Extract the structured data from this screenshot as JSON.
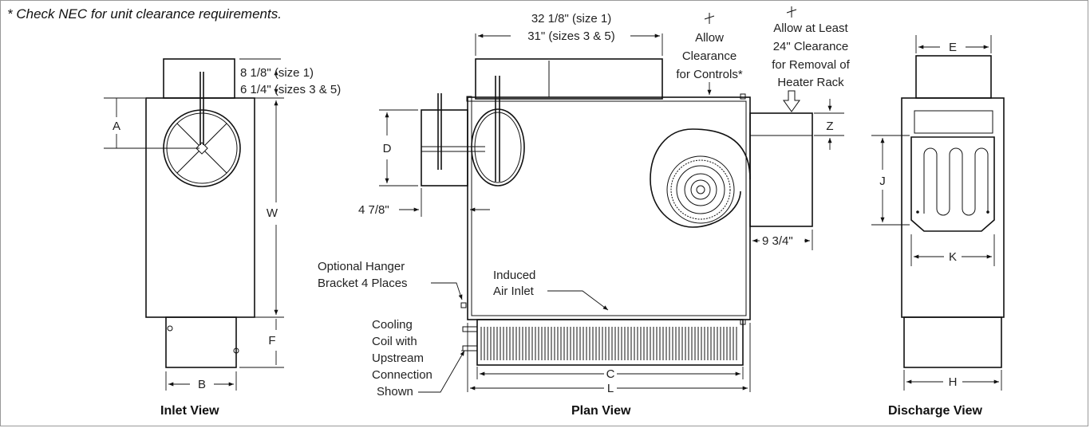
{
  "note": "* Check NEC for unit clearance requirements.",
  "views": {
    "inlet": {
      "caption": "Inlet View",
      "labels": {
        "a": "A",
        "b": "B",
        "w": "W",
        "f": "F",
        "top_size1": "8 1/8\" (size 1)",
        "top_size35": "6 1/4\" (sizes 3 & 5)"
      }
    },
    "plan": {
      "caption": "Plan View",
      "labels": {
        "top_size1": "32 1/8\" (size 1)",
        "top_size35": "31\" (sizes 3 & 5)",
        "controls1": "Allow",
        "controls2": "Clearance",
        "controls3": "for Controls*",
        "rack1": "Allow at Least",
        "rack2": "24\" Clearance",
        "rack3": "for Removal of",
        "rack4": "Heater Rack",
        "d": "D",
        "z": "Z",
        "left_offset": "4 7/8\"",
        "right_offset": "9 3/4\"",
        "hanger1": "Optional Hanger",
        "hanger2": "Bracket 4 Places",
        "induced1": "Induced",
        "induced2": "Air Inlet",
        "coil1": "Cooling",
        "coil2": "Coil with",
        "coil3": "Upstream",
        "coil4": "Connection",
        "coil5": "Shown",
        "c": "C",
        "l": "L"
      }
    },
    "discharge": {
      "caption": "Discharge View",
      "labels": {
        "e": "E",
        "j": "J",
        "k": "K",
        "h": "H"
      }
    }
  }
}
